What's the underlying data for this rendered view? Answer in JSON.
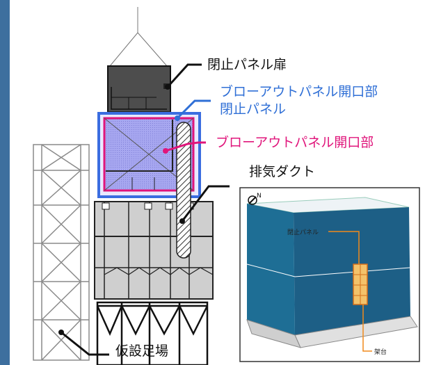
{
  "labels": {
    "panel_door": "閉止パネル扉",
    "blowout_closing_panel_line1": "ブローアウトパネル開口部",
    "blowout_closing_panel_line2": "閉止パネル",
    "blowout_opening": "ブローアウトパネル開口部",
    "exhaust_duct": "排気ダクト",
    "scaffold": "仮設足場"
  },
  "inset": {
    "north_mark": "N",
    "panel_label": "閉止パネル",
    "stand_label": "架台"
  },
  "colors": {
    "blue_callout": "#2f6fd6",
    "magenta_callout": "#e0157b",
    "black_callout": "#111111",
    "panel_door_fill": "#4d4d4d",
    "opening_fill": "#9b9bea",
    "building_blue": "#1f6f96",
    "inset_orange": "#f08a1c"
  }
}
